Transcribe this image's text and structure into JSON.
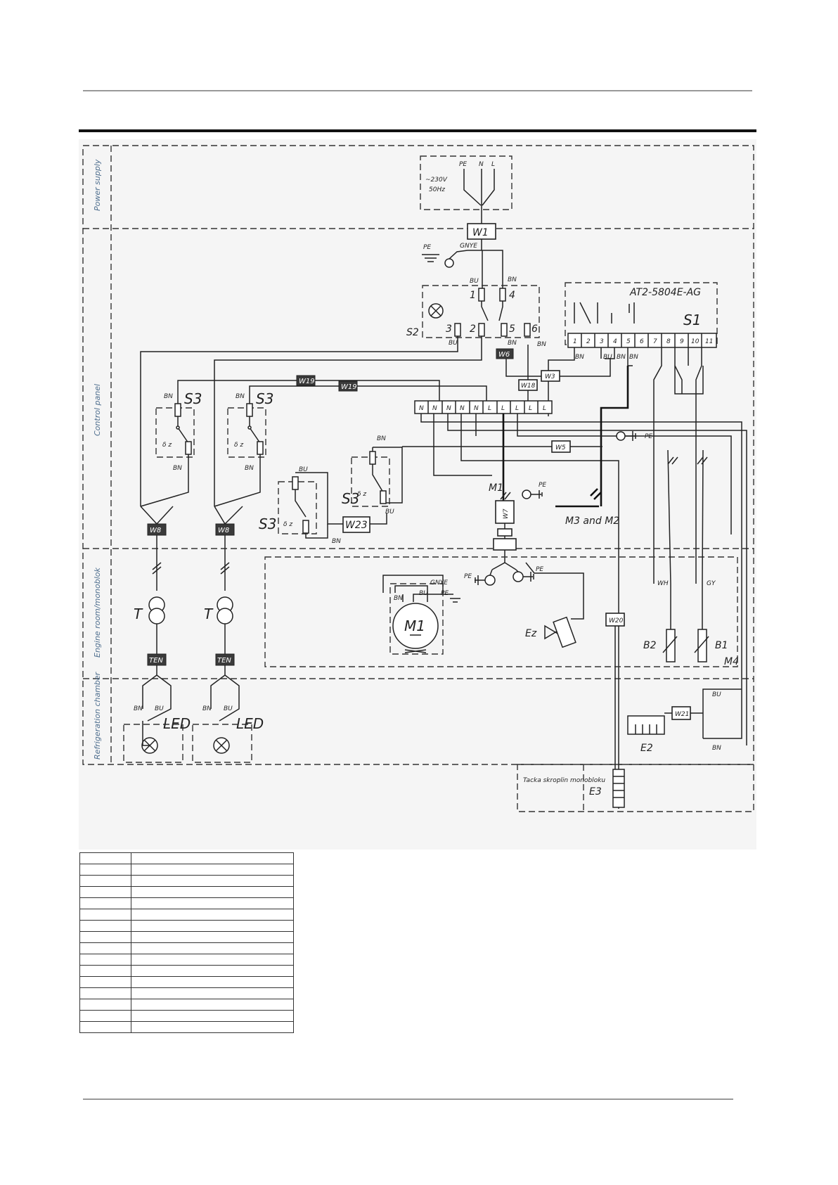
{
  "zones": {
    "power_supply": "Power supply",
    "control_panel": "Control panel",
    "engine_room": "Engine room/monoblok",
    "refrigeration": "Refrigeration chamber",
    "tray": "Tacka skroplin monobloku"
  },
  "supply": {
    "pe": "PE",
    "n": "N",
    "l": "L",
    "voltage": "~230V",
    "freq": "50Hz"
  },
  "wires": {
    "w1": "W1",
    "w3": "W3",
    "w5": "W5",
    "w6": "W6",
    "w8": "W8",
    "w18": "W18",
    "w19": "W19",
    "w20": "W20",
    "w21": "W21",
    "w23": "W23",
    "w7": "W7",
    "w1a": "TEN"
  },
  "components": {
    "s1": "S1",
    "s1_model": "AT2-5804E-AG",
    "s2": "S2",
    "s3": "S3",
    "m1": "M1",
    "m4": "M4",
    "m3m2": "M3 and M2",
    "e2": "E2",
    "e3": "E3",
    "ez": "Ez",
    "b1": "B1",
    "b2": "B2",
    "t": "T",
    "led": "LED"
  },
  "terminals": [
    "1",
    "2",
    "3",
    "4",
    "5",
    "6",
    "7",
    "8",
    "9",
    "10",
    "11"
  ],
  "s2_pins": [
    "1",
    "4",
    "3",
    "2",
    "5",
    "6"
  ],
  "bus": [
    "N",
    "N",
    "N",
    "N",
    "N",
    "L",
    "L",
    "L",
    "L",
    "L"
  ],
  "colors_text": {
    "bn": "BN",
    "bu": "BU",
    "gnye": "GNYE",
    "wh": "WH",
    "gy": "GY",
    "pe": "PE"
  },
  "legend_rows": 16
}
